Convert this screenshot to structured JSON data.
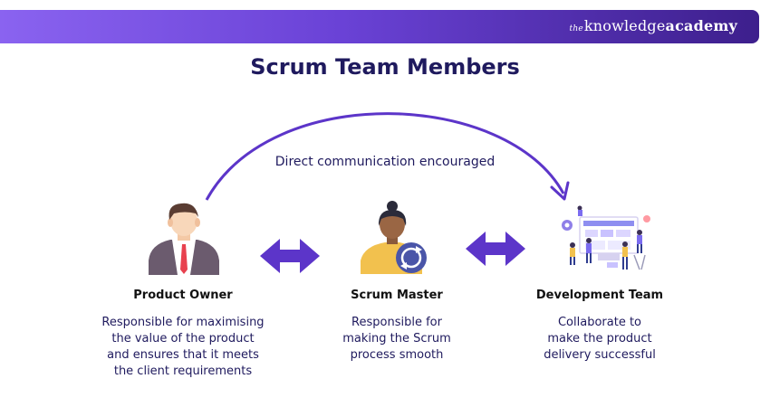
{
  "brand": {
    "prefix": "the",
    "knowledge": "knowledge",
    "academy": "academy"
  },
  "title": "Scrum Team Members",
  "arc_label": "Direct communication encouraged",
  "colors": {
    "accent": "#5c35c9",
    "title": "#1f1a5e",
    "banner_start": "#8a63f0",
    "banner_end": "#3d1f8c"
  },
  "members": [
    {
      "name": "Product Owner",
      "desc": [
        "Responsible for maximising",
        "the value of the product",
        "and ensures that it meets",
        "the client requirements"
      ],
      "icon": "businessman-icon"
    },
    {
      "name": "Scrum Master",
      "desc": [
        "Responsible for",
        "making the Scrum",
        "process smooth"
      ],
      "icon": "scrum-master-icon"
    },
    {
      "name": "Development Team",
      "desc": [
        "Collaborate to",
        "make the product",
        "delivery successful"
      ],
      "icon": "dev-team-icon"
    }
  ]
}
